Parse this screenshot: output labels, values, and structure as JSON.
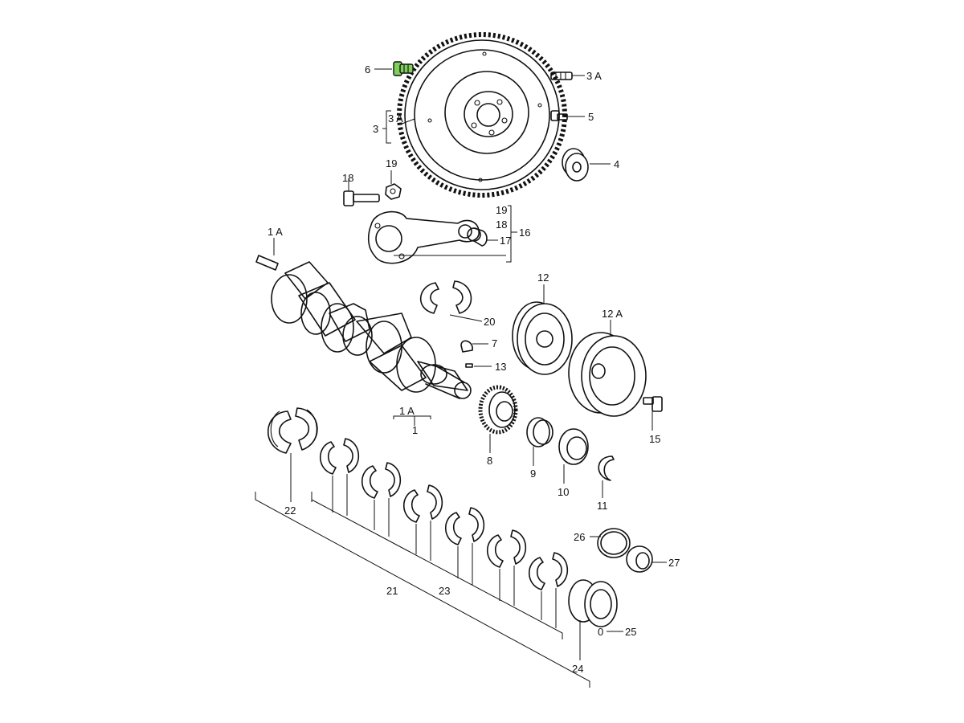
{
  "labels": {
    "l6": "6",
    "l3A_top": "3 A",
    "l3A_bracket": "3 A",
    "l3": "3",
    "l5": "5",
    "l4": "4",
    "l18_top": "18",
    "l19_top": "19",
    "l19": "19",
    "l18": "18",
    "l16": "16",
    "l17": "17",
    "l1A_top": "1 A",
    "l12": "12",
    "l12A": "12 A",
    "l20": "20",
    "l7": "7",
    "l13": "13",
    "l15": "15",
    "l1A_bottom": "1 A",
    "l1": "1",
    "l8": "8",
    "l9": "9",
    "l10": "10",
    "l11": "11",
    "l22": "22",
    "l26": "26",
    "l27": "27",
    "l21": "21",
    "l23": "23",
    "l0": "0",
    "l25": "25",
    "l24": "24"
  },
  "colors": {
    "line": "#111111",
    "highlight": "#7fd05a",
    "background": "#ffffff"
  }
}
